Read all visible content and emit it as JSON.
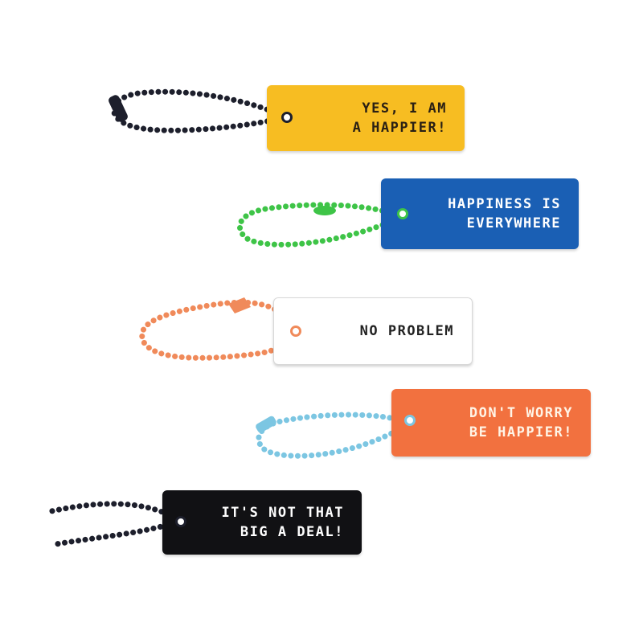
{
  "tags": [
    {
      "id": "yellow",
      "text": "YES, I AM\nA HAPPIER!",
      "color": "#f7bd22",
      "text_color": "#2a2014",
      "chain_color": "#1d1f2c"
    },
    {
      "id": "blue",
      "text": "HAPPINESS IS\nEVERYWHERE",
      "color": "#1a5fb4",
      "text_color": "#ffffff",
      "chain_color": "#3ec447"
    },
    {
      "id": "white",
      "text": "NO PROBLEM",
      "color": "#ffffff",
      "text_color": "#222222",
      "chain_color": "#f08a5a"
    },
    {
      "id": "orange",
      "text": "DON'T WORRY\nBE HAPPIER!",
      "color": "#f2713f",
      "text_color": "#fff4e6",
      "chain_color": "#7cc6e2"
    },
    {
      "id": "black",
      "text": "IT'S NOT THAT\nBIG A DEAL!",
      "color": "#111114",
      "text_color": "#ffffff",
      "chain_color": "#1d1f2c"
    }
  ]
}
